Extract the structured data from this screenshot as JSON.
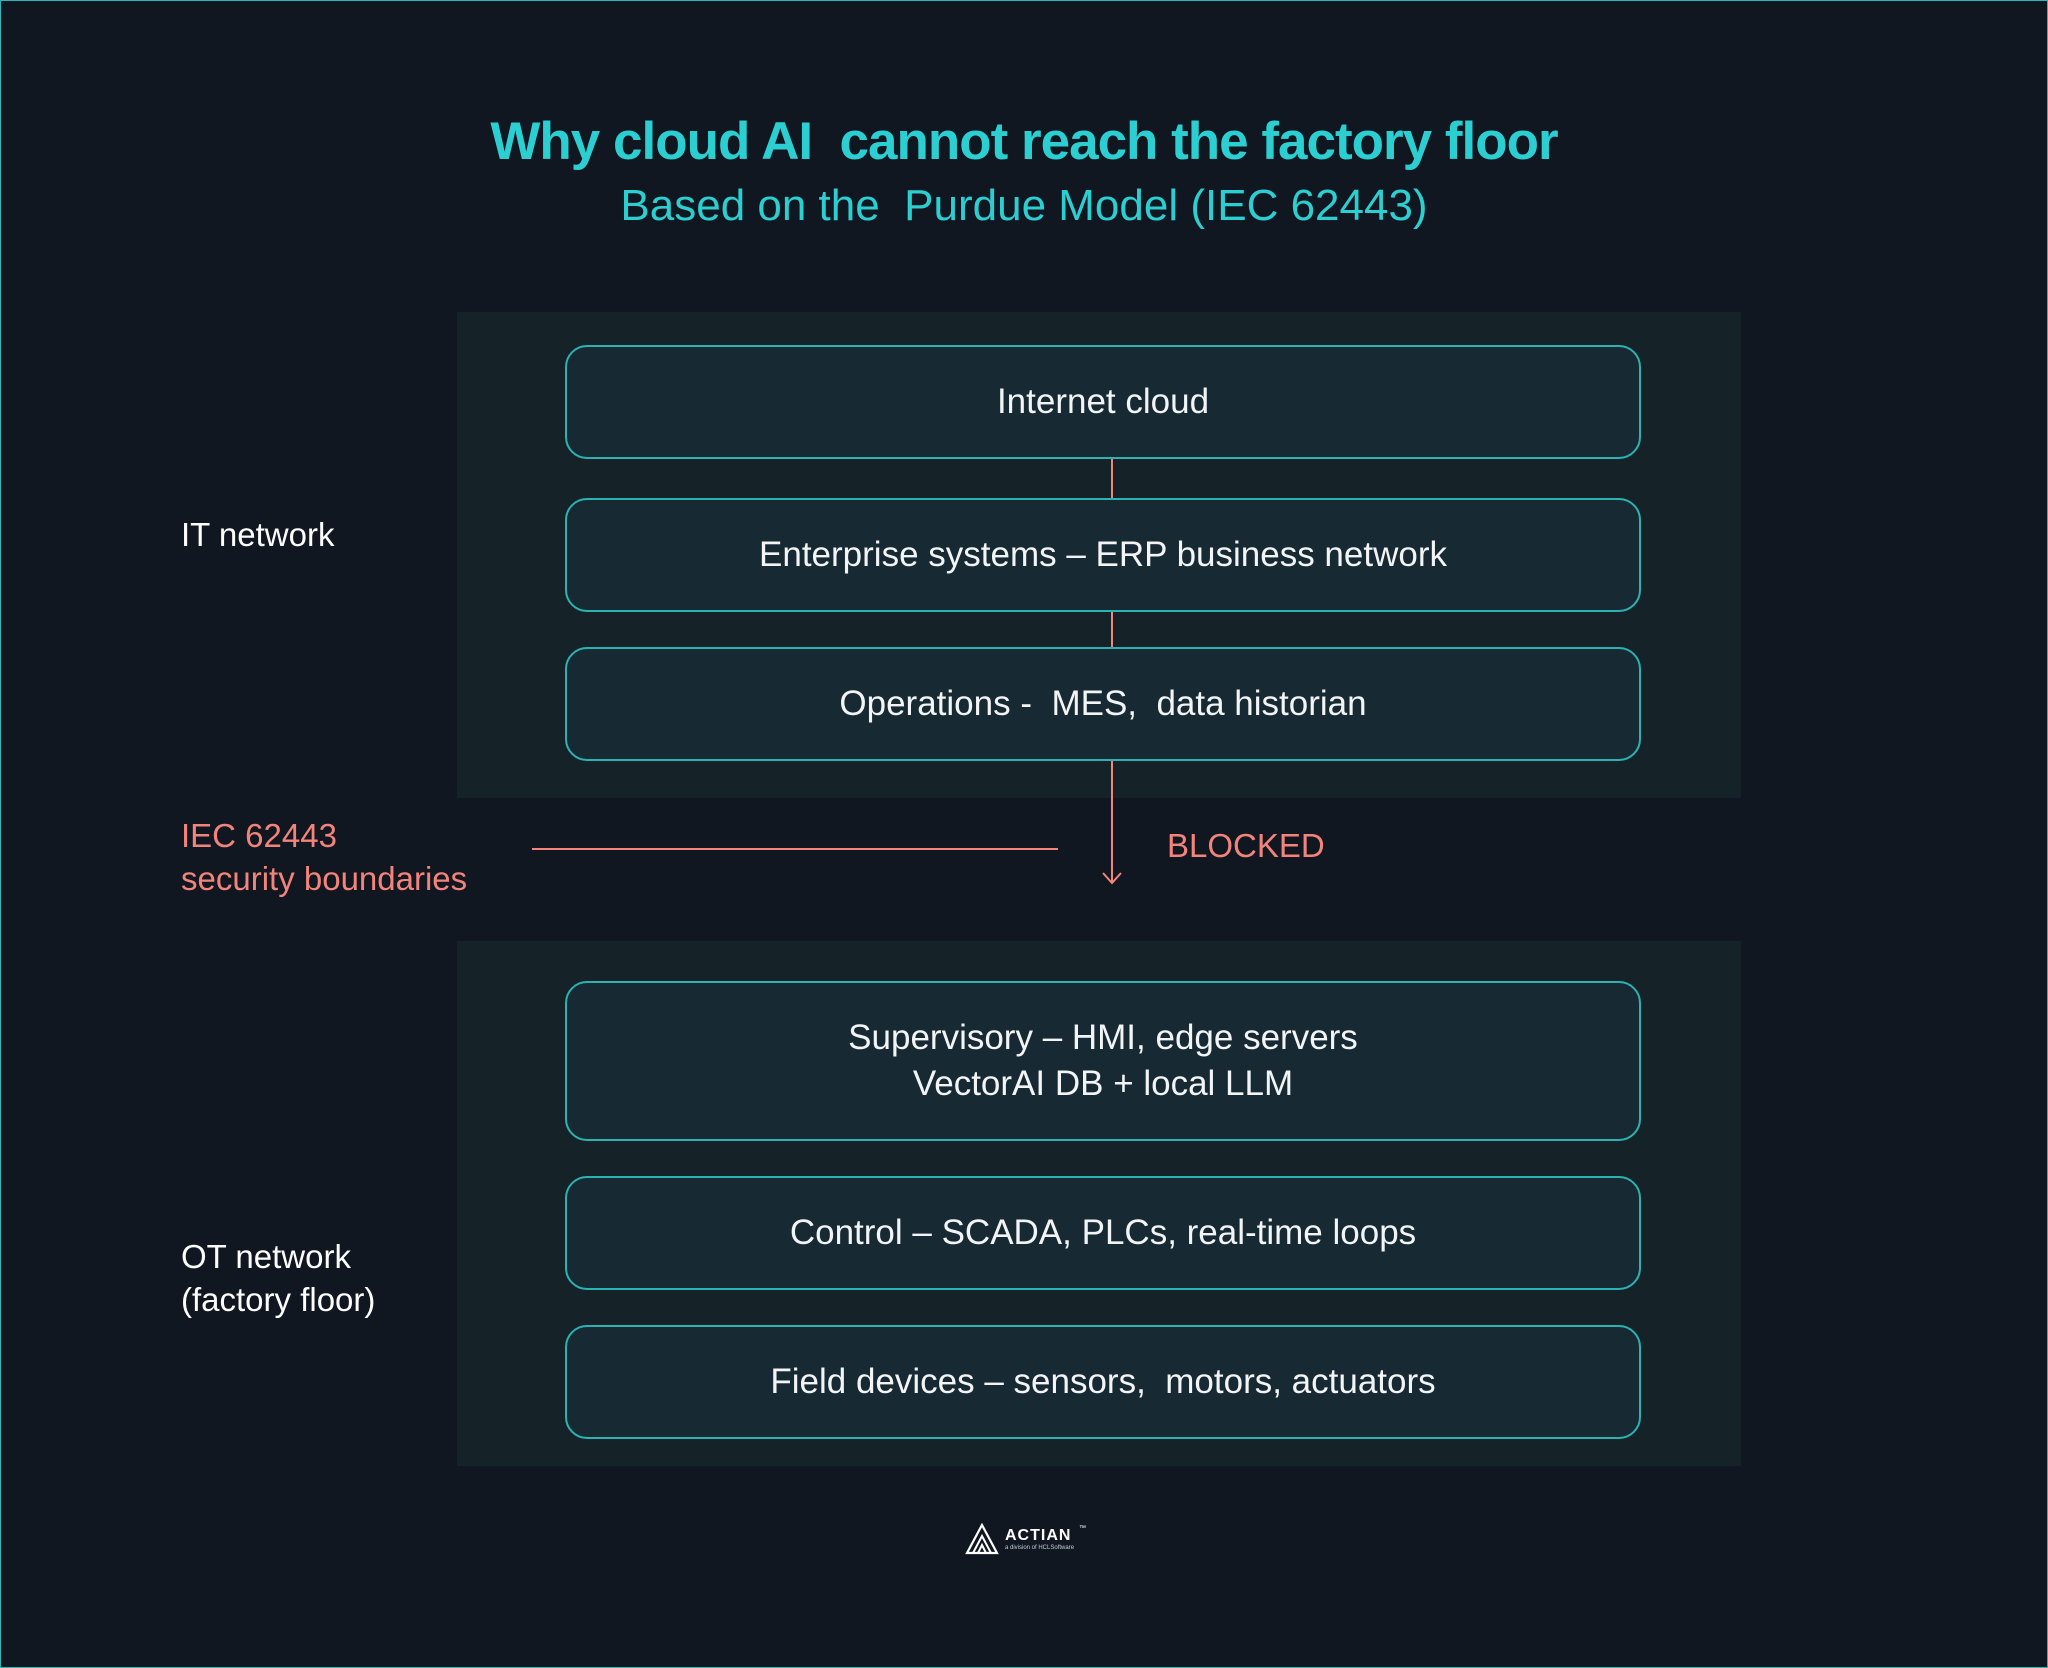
{
  "header": {
    "title": "Why cloud AI  cannot reach the factory floor",
    "subtitle": "Based on the  Purdue Model (IEC 62443)"
  },
  "it_network": {
    "label": "IT network",
    "layers": [
      "Internet cloud",
      "Enterprise systems – ERP business network",
      "Operations -  MES,  data historian"
    ]
  },
  "boundary": {
    "label_line1": "IEC 62443",
    "label_line2": "security boundaries",
    "status": "BLOCKED"
  },
  "ot_network": {
    "label_line1": "OT network",
    "label_line2": "(factory floor)",
    "layers": [
      {
        "line1": "Supervisory – HMI, edge servers",
        "line2": "VectorAI DB + local LLM"
      },
      {
        "line1": "Control – SCADA, PLCs, real-time loops"
      },
      {
        "line1": "Field devices – sensors,  motors, actuators"
      }
    ]
  },
  "brand": {
    "name": "ACTIAN",
    "trademark": "™",
    "tagline": "a division of HCLSoftware"
  },
  "colors": {
    "accent": "#2ccfd1",
    "blocked": "#f3847b",
    "background": "#111721",
    "zone": "#152329",
    "layer_border": "#2bb3b3"
  }
}
